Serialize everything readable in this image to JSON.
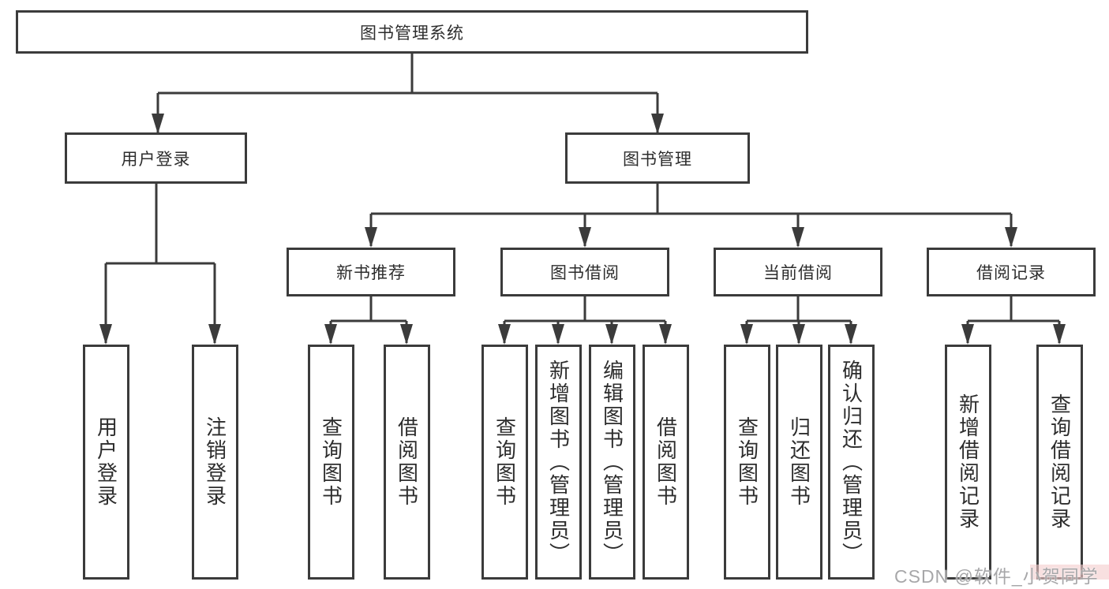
{
  "tree": {
    "root": {
      "label": "图书管理系统",
      "children": [
        {
          "label": "用户登录",
          "children": [
            {
              "label": "用户登录"
            },
            {
              "label": "注销登录"
            }
          ]
        },
        {
          "label": "图书管理",
          "children": [
            {
              "label": "新书推荐",
              "children": [
                {
                  "label": "查询图书"
                },
                {
                  "label": "借阅图书"
                }
              ]
            },
            {
              "label": "图书借阅",
              "children": [
                {
                  "label": "查询图书"
                },
                {
                  "label": "新增图书（管理员）"
                },
                {
                  "label": "编辑图书（管理员）"
                },
                {
                  "label": "借阅图书"
                }
              ]
            },
            {
              "label": "当前借阅",
              "children": [
                {
                  "label": "查询图书"
                },
                {
                  "label": "归还图书"
                },
                {
                  "label": "确认归还（管理员）"
                }
              ]
            },
            {
              "label": "借阅记录",
              "children": [
                {
                  "label": "新增借阅记录"
                },
                {
                  "label": "查询借阅记录"
                }
              ]
            }
          ]
        }
      ]
    }
  },
  "watermark": {
    "text": "CSDN @软件_小贺同学"
  },
  "colors": {
    "line": "#3b3b3b",
    "box_border": "#3b3b3b",
    "box_bg": "#ffffff",
    "text": "#2d2d2d",
    "watermark_text": "#a7a7a9",
    "watermark_highlight": "#f3cbcb"
  }
}
